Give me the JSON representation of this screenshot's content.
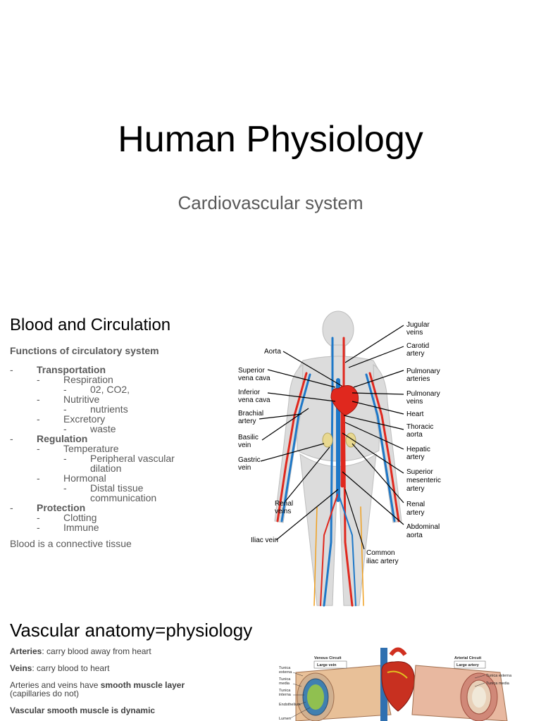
{
  "slide1": {
    "title": "Human Physiology",
    "subtitle": "Cardiovascular system"
  },
  "slide2": {
    "title": "Blood and Circulation",
    "subtitle": "Functions of circulatory system",
    "outline": [
      {
        "level": 0,
        "text": "Transportation",
        "bold": true
      },
      {
        "level": 1,
        "text": "Respiration"
      },
      {
        "level": 2,
        "text": "02, CO2,"
      },
      {
        "level": 1,
        "text": "Nutritive"
      },
      {
        "level": 2,
        "text": "nutrients"
      },
      {
        "level": 1,
        "text": "Excretory"
      },
      {
        "level": 2,
        "text": "waste"
      },
      {
        "level": 0,
        "text": "Regulation",
        "bold": true
      },
      {
        "level": 1,
        "text": "Temperature"
      },
      {
        "level": 2,
        "text": "Peripheral vascular"
      },
      {
        "level": 2,
        "text": "dilation",
        "continuation": true
      },
      {
        "level": 1,
        "text": "Hormonal"
      },
      {
        "level": 2,
        "text": "Distal tissue"
      },
      {
        "level": 2,
        "text": "communication",
        "continuation": true
      },
      {
        "level": 0,
        "text": "Protection",
        "bold": true
      },
      {
        "level": 1,
        "text": "Clotting"
      },
      {
        "level": 1,
        "text": "Immune"
      }
    ],
    "note": "Blood is a connective tissue",
    "figure_labels": {
      "aorta": "Aorta",
      "svc": [
        "Superior",
        "vena cava"
      ],
      "ivc": [
        "Inferior",
        "vena cava"
      ],
      "brachial": [
        "Brachial",
        "artery"
      ],
      "basilic": [
        "Basilic",
        "vein"
      ],
      "gastric": [
        "Gastric",
        "vein"
      ],
      "renal_veins": [
        "Renal",
        "veins"
      ],
      "iliac_vein": "Iliac vein",
      "jugular": [
        "Jugular",
        "veins"
      ],
      "carotid": [
        "Carotid",
        "artery"
      ],
      "pulm_art": [
        "Pulmonary",
        "arteries"
      ],
      "pulm_vein": [
        "Pulmonary",
        "veins"
      ],
      "heart": "Heart",
      "thoracic": [
        "Thoracic",
        "aorta"
      ],
      "hepatic": [
        "Hepatic",
        "artery"
      ],
      "sup_mes": [
        "Superior",
        "mesenteric",
        "artery"
      ],
      "renal_art": [
        "Renal",
        "artery"
      ],
      "abd_aorta": [
        "Abdominal",
        "aorta"
      ],
      "common_iliac": [
        "Common",
        "iliac artery"
      ]
    }
  },
  "slide3": {
    "title": "Vascular anatomy=physiology",
    "facts": [
      {
        "bold": "Arteries",
        "rest": ": carry blood away from heart"
      },
      {
        "bold": "Veins",
        "rest": ": carry blood to heart"
      },
      {
        "pre": "Arteries and veins have ",
        "bold": "smooth muscle layer",
        "rest": ""
      },
      {
        "pre": "(capillaries do not)",
        "bold": "",
        "rest": ""
      },
      {
        "bold": "Vascular smooth muscle is dynamic",
        "rest": ""
      }
    ],
    "figure_labels": {
      "venous_circuit": "Venous Circuit",
      "large_vein": "Large vein",
      "arterial_circuit": "Arterial Circuit",
      "large_artery": "Large artery",
      "tunica_externa": [
        "Tunica",
        "externa"
      ],
      "tunica_media": [
        "Tunica",
        "media"
      ],
      "tunica_interna": [
        "Tunica",
        "interna"
      ],
      "endothelium": "Endothelium",
      "lumen": "Lumen",
      "r_tunica_externa": "Tunica externa",
      "r_tunica_media": "Tunica media"
    }
  },
  "colors": {
    "artery": "#e0281e",
    "vein": "#1e78c8",
    "body": "#d2d2d2",
    "text_gray": "#595959"
  }
}
